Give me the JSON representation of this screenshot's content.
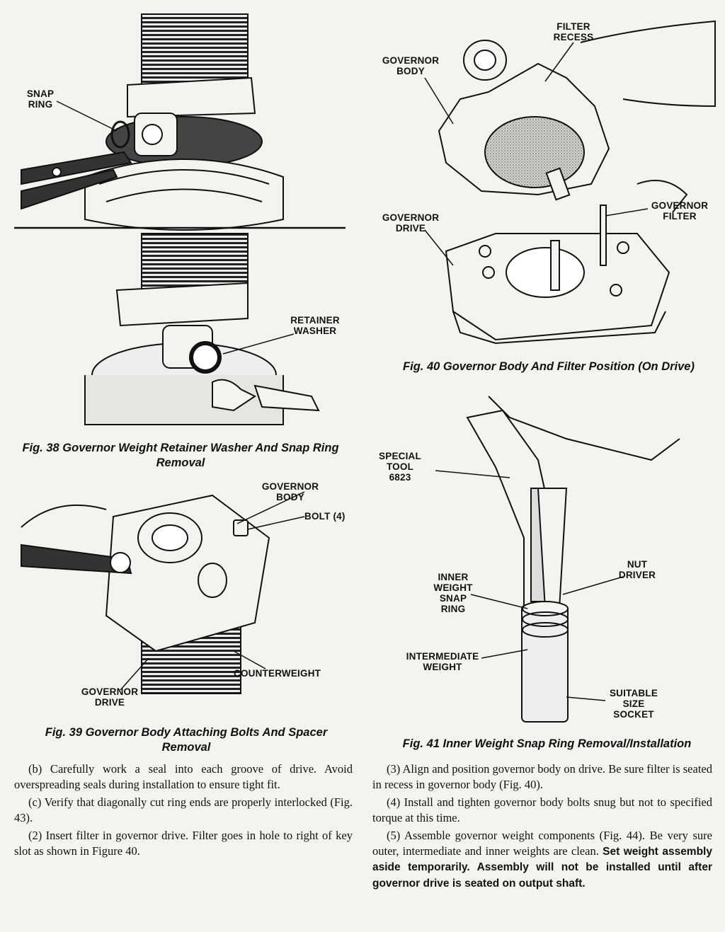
{
  "fig38": {
    "labels": {
      "snap_ring": "SNAP\nRING",
      "retainer_washer": "RETAINER\nWASHER"
    },
    "caption": "Fig. 38 Governor Weight Retainer Washer And Snap Ring Removal"
  },
  "fig39": {
    "labels": {
      "governor_body": "GOVERNOR\nBODY",
      "bolt": "BOLT (4)",
      "counterweight": "COUNTERWEIGHT",
      "governor_drive": "GOVERNOR\nDRIVE"
    },
    "caption": "Fig. 39 Governor Body Attaching Bolts And Spacer Removal"
  },
  "fig40": {
    "labels": {
      "filter_recess": "FILTER\nRECESS",
      "governor_body": "GOVERNOR\nBODY",
      "governor_drive": "GOVERNOR\nDRIVE",
      "governor_filter": "GOVERNOR\nFILTER"
    },
    "caption": "Fig. 40 Governor Body And Filter Position (On Drive)"
  },
  "fig41": {
    "labels": {
      "special_tool": "SPECIAL\nTOOL\n6823",
      "nut_driver": "NUT\nDRIVER",
      "inner_weight_snap_ring": "INNER\nWEIGHT\nSNAP\nRING",
      "intermediate_weight": "INTERMEDIATE\nWEIGHT",
      "suitable_size_socket": "SUITABLE\nSIZE\nSOCKET"
    },
    "caption": "Fig. 41 Inner Weight Snap Ring Removal/Installation"
  },
  "text": {
    "left": [
      "(b) Carefully work a seal into each groove of drive. Avoid overspreading seals during installation to ensure tight fit.",
      "(c) Verify that diagonally cut ring ends are properly interlocked (Fig. 43).",
      "(2) Insert filter in governor drive. Filter goes in hole to right of key slot as shown in Figure 40."
    ],
    "right": [
      "(3) Align and position governor body on drive. Be sure filter is seated in recess in governor body (Fig. 40).",
      "(4) Install and tighten governor body bolts snug but not to specified torque at this time."
    ],
    "right_p5_normal": "(5) Assemble governor weight components (Fig. 44). Be very sure outer, intermediate and inner weights are clean.",
    "right_p5_bold": "Set weight assembly aside temporarily. Assembly will not be installed until after governor drive is seated on output shaft."
  }
}
